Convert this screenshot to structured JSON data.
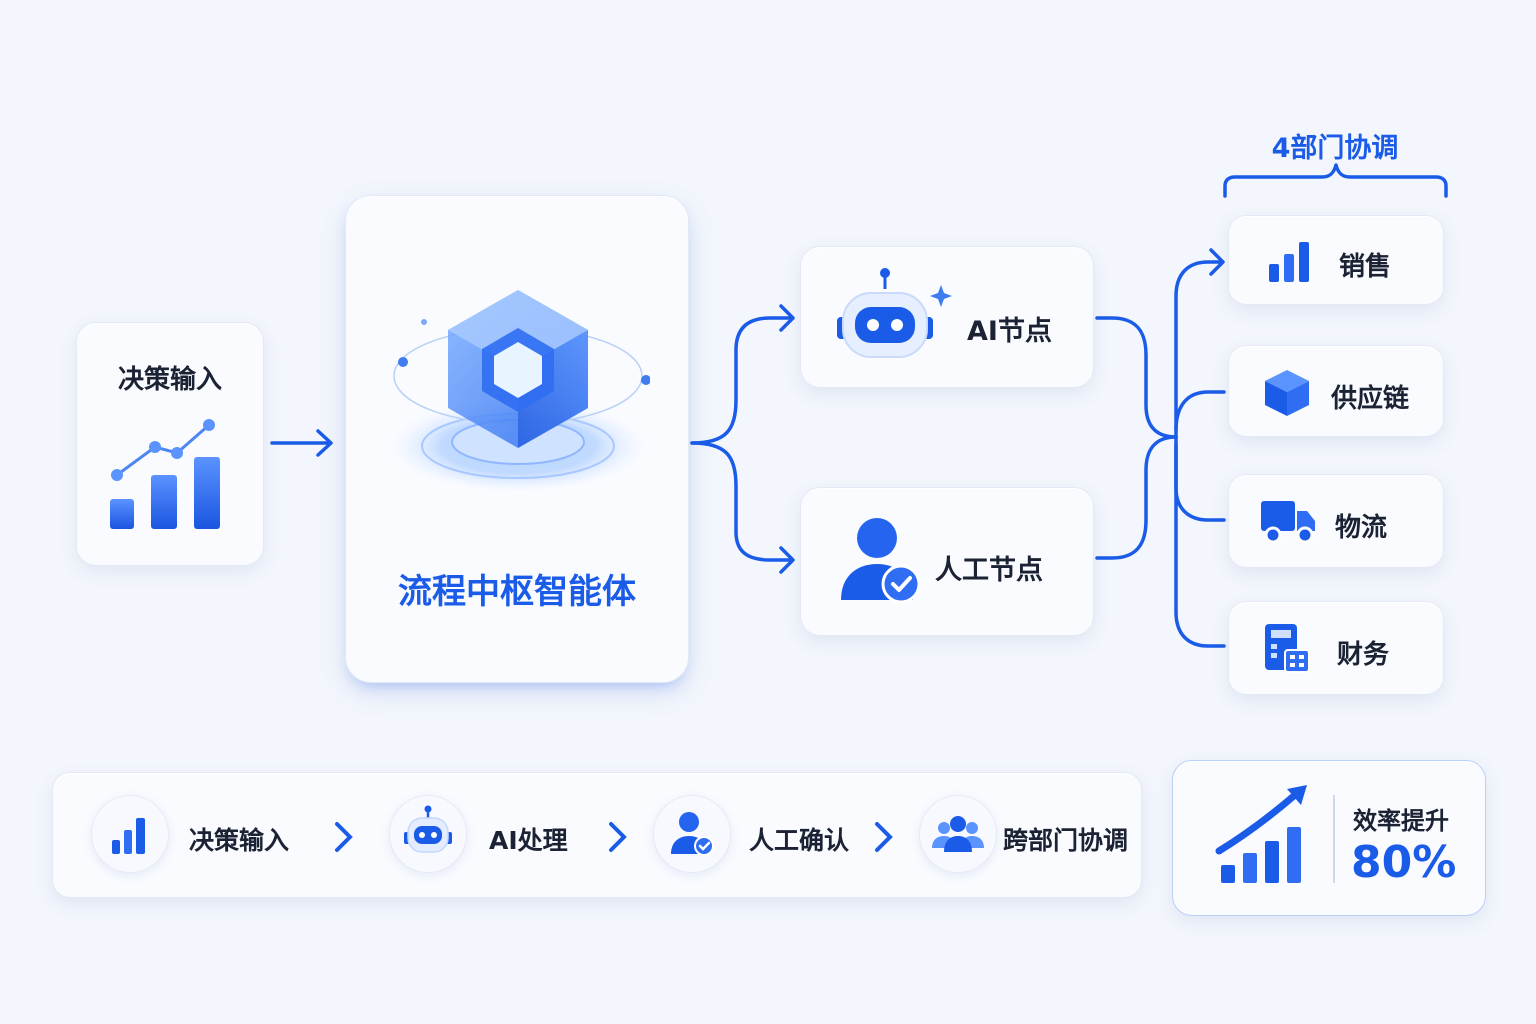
{
  "input_card": {
    "label": "决策输入"
  },
  "hub": {
    "label": "流程中枢智能体"
  },
  "nodes": {
    "ai": "AI节点",
    "human": "人工节点"
  },
  "departments": {
    "header": "4部门协调",
    "items": [
      {
        "label": "销售",
        "icon": "bar-chart-icon"
      },
      {
        "label": "供应链",
        "icon": "cube-icon"
      },
      {
        "label": "物流",
        "icon": "truck-icon"
      },
      {
        "label": "财务",
        "icon": "calculator-icon"
      }
    ]
  },
  "pipeline": {
    "steps": [
      {
        "label": "决策输入",
        "icon": "bar-chart-icon"
      },
      {
        "label": "AI处理",
        "icon": "robot-icon"
      },
      {
        "label": "人工确认",
        "icon": "user-check-icon"
      },
      {
        "label": "跨部门协调",
        "icon": "team-icon"
      }
    ]
  },
  "efficiency": {
    "label": "效率提升",
    "value": "80%"
  },
  "colors": {
    "accent": "#1a5be8",
    "accent_light": "#5b93ff",
    "background": "#f3f6fc",
    "card": "#f9fbff"
  }
}
